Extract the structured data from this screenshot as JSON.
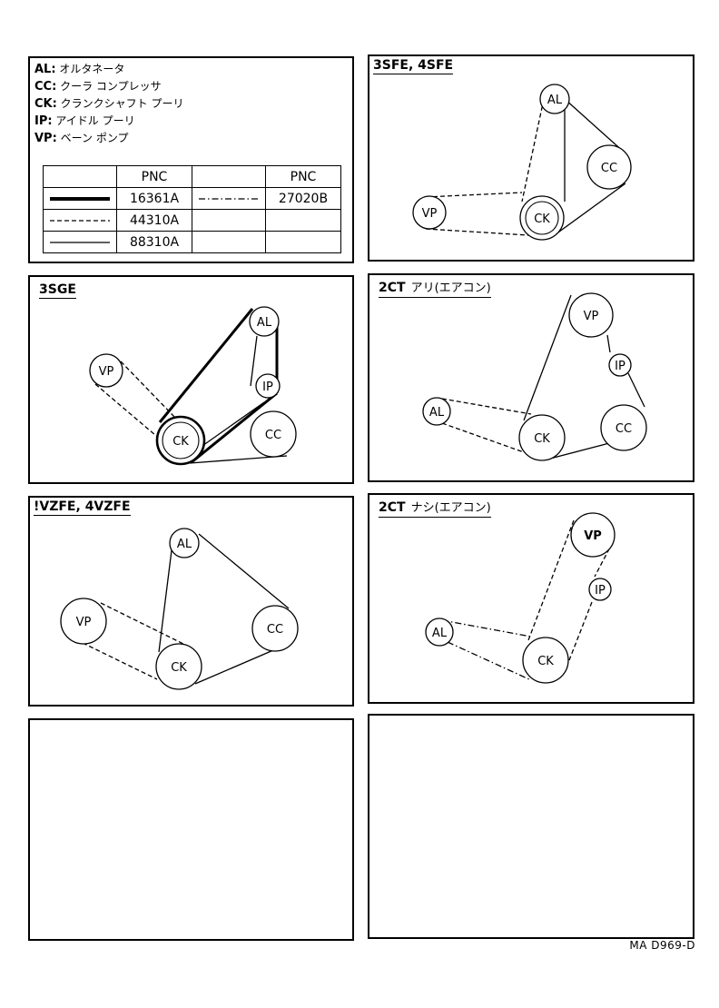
{
  "legend": {
    "abbreviations": [
      {
        "code": "AL:",
        "text": "オルタネータ"
      },
      {
        "code": "CC:",
        "text": "クーラ コンプレッサ"
      },
      {
        "code": "CK:",
        "text": "クランクシャフト プーリ"
      },
      {
        "code": "IP:",
        "text": "アイドル プーリ"
      },
      {
        "code": "VP:",
        "text": "ベーン ポンプ"
      }
    ],
    "table": {
      "header_left": "PNC",
      "header_right": "PNC",
      "rows": [
        {
          "left_style": "thick",
          "left_pnc": "16361A",
          "right_style": "dashdot",
          "right_pnc": "27020B"
        },
        {
          "left_style": "dashed",
          "left_pnc": "44310A",
          "right_style": "",
          "right_pnc": ""
        },
        {
          "left_style": "thin",
          "left_pnc": "88310A",
          "right_style": "",
          "right_pnc": ""
        }
      ]
    }
  },
  "panels": {
    "p_3sfe": {
      "title": "3SFE, 4SFE",
      "subtitle": ""
    },
    "p_3sge": {
      "title": "3SGE",
      "subtitle": ""
    },
    "p_2ct_ac": {
      "title": "2CT",
      "subtitle": "アリ(エアコン)"
    },
    "p_vzfe": {
      "title": "!VZFE, 4VZFE",
      "subtitle": ""
    },
    "p_2ct_noac": {
      "title": "2CT",
      "subtitle": "ナシ(エアコン)"
    }
  },
  "pulley_labels": {
    "AL": "AL",
    "CC": "CC",
    "CK": "CK",
    "IP": "IP",
    "VP": "VP"
  },
  "reference": "MA D969-D"
}
